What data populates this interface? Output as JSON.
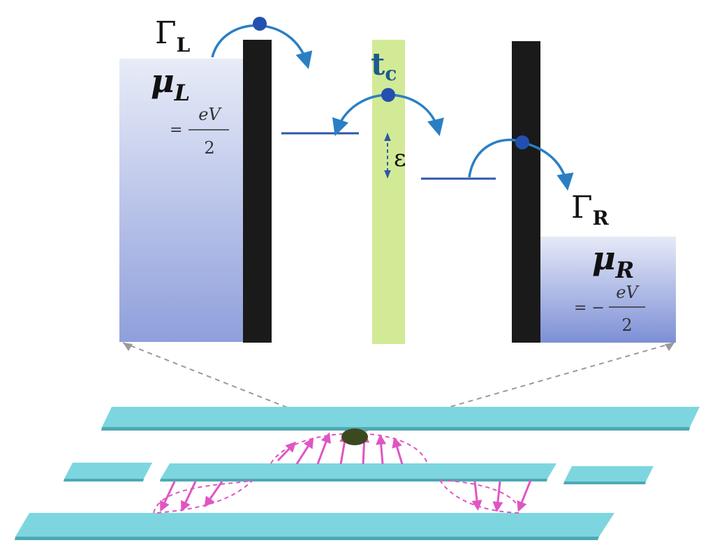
{
  "labels": {
    "gamma_l": "Γ",
    "gamma_l_sub": "L",
    "gamma_r": "Γ",
    "gamma_r_sub": "R",
    "mu_l": "μ",
    "mu_l_sub": "L",
    "mu_r": "μ",
    "mu_r_sub": "R",
    "tc": "t",
    "tc_sub": "c",
    "epsilon": "ε",
    "eq_l_prefix": "=",
    "eq_r_prefix": "= −",
    "frac_num": "eV",
    "frac_den": "2"
  },
  "colors": {
    "barrier": "#1a1a1a",
    "tunnel_barrier": "#d2ea96",
    "level_line": "#2d58a8",
    "arrow": "#2a7fc4",
    "electron": "#2350b0",
    "reservoir_top": "#e8ecf8",
    "reservoir_bottom": "#8f9fdb",
    "ribbon": "#7dd6df",
    "ribbon_shadow": "#4fa9b3",
    "field_arrow": "#e055c3",
    "dot": "#3a4a1e",
    "projection": "#999999"
  }
}
